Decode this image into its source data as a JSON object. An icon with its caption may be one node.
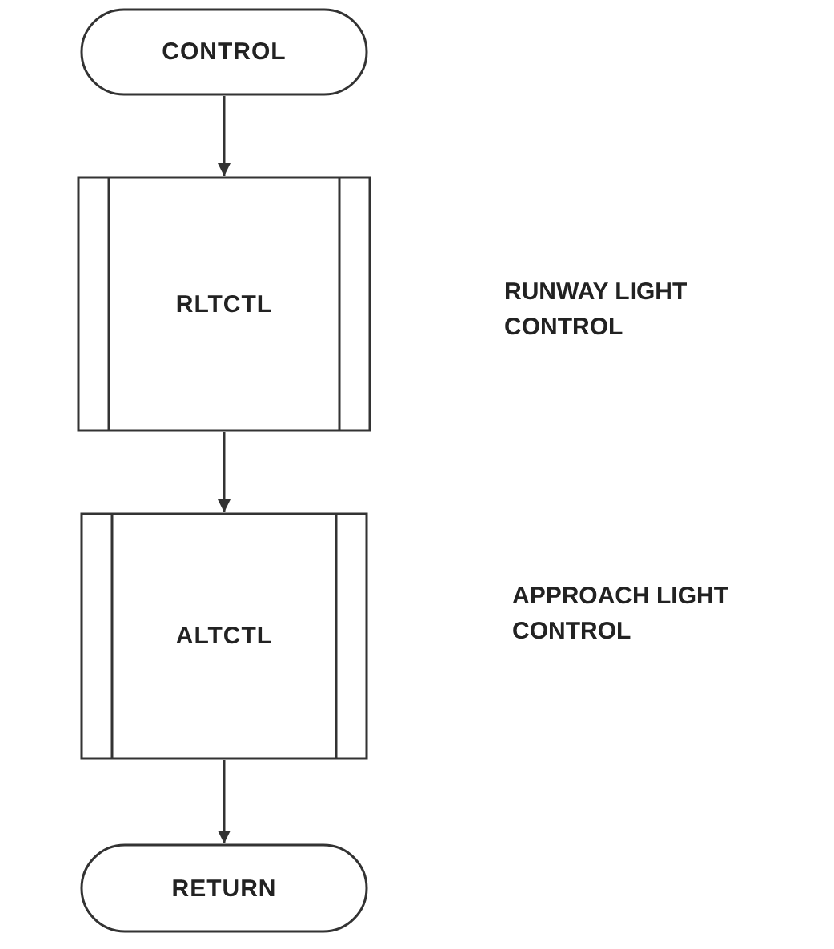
{
  "diagram": {
    "nodes": [
      {
        "text": [
          "CONTROL"
        ]
      },
      {
        "text": [
          "RLTCTL"
        ]
      },
      {
        "text": [
          "ALTCTL"
        ]
      },
      {
        "text": [
          "RETURN"
        ]
      }
    ],
    "edges": [
      {
        "from": 0,
        "to": 1,
        "arrow": "to"
      },
      {
        "from": 1,
        "to": 2,
        "arrow": "to"
      },
      {
        "from": 2,
        "to": 3,
        "arrow": "to"
      }
    ],
    "labels": [
      "RUNWAY LIGHT CONTROL",
      "APPROACH LIGHT CONTROL"
    ]
  }
}
